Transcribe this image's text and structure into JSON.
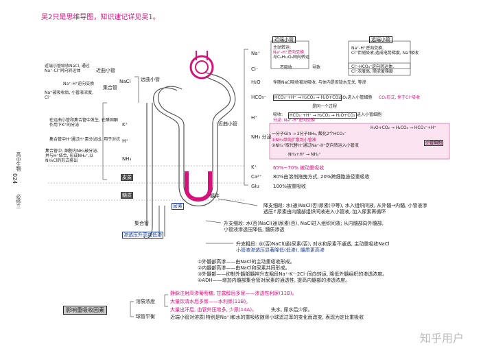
{
  "header": "吴2只是思维导图，知识速记详见吴1。",
  "sidebar": {
    "top": "高中生物",
    "page": "024",
    "bottom": "必修三"
  },
  "left_notes": {
    "n1": "近端小管吸收NaCl, 通过Na⁺-Cl⁻同向转运体",
    "n2": "Na⁺-H⁺逆向交换",
    "n3": "Na⁺被吸收后, 小管液浓度, Cl⁻",
    "n4": "在远曲小管和集合管中发生, 在醛固酮作用下K⁺的分泌",
    "n5": "集合管中H⁺通过H⁺泵分泌出, 用于对抗",
    "n6": "集合管中, 细胞内NH₃被分泌, 并与H⁺结合, 形成NH₄⁺,以NH₄Cl的形式排出",
    "label_near": "近曲小管",
    "label_collect": "集合管",
    "label_nacl": "NaCl",
    "label_k": "K⁺",
    "label_h": "H⁺",
    "label_nh3": "NH₃"
  },
  "nephron": {
    "distal": "远曲小管",
    "proximal": "近曲小管",
    "loop": "髓袢",
    "urea": "尿素",
    "collect": "集合管",
    "cortex": "皮质",
    "medulla": "髓质",
    "osmo": "渗透压升高或低渗"
  },
  "top_tags": {
    "left": "近端小管",
    "right": "远端小管"
  },
  "ion_labels": [
    "Na⁺",
    "Cl⁻",
    "H₂O",
    "HCO₃⁻",
    "H⁺",
    "NH₃ 分泌",
    "K⁺",
    "Ca²⁺",
    "Glu"
  ],
  "right_text": {
    "na1": "主动转运:",
    "na2": "Na⁺-H⁺逆向交换",
    "na3": "与C₆H₁₂O₆同向转运",
    "na_right1": "Na⁺-H⁺逆向交换,",
    "na_right2": "Cl⁻伴随吸收,造成电势梯度, Na⁺吸收",
    "cl1": "不吸收",
    "cl2": "导致",
    "cl3": "Cl⁻-HCO₃⁻逆向转运体,",
    "cl4": "Cl⁻浓度高, 顺浓度梯度",
    "h2o": "伴随NaCl吸收被动吸收, 与体内是否缺水无关, 等渗",
    "hco1": "HCO₃⁻+H⁺ → H₂CO₃ → H₂O+CO₂",
    "hco2": "CO₂进入小管细胞",
    "hco3": "CO₂形式, 伴于Cl⁻吸收",
    "hco4": "是同一个过程",
    "hplus1": "吸收:",
    "hplus2": "HCO₃⁻+H⁺ → H₂CO₃ → H₂O+CO₂",
    "hplus3": "进入小管细胞",
    "hplus4": "分泌: Na⁺-H⁺逆向交换",
    "hplus5": "H₂O+CO₂ → H₂CO₃ → HCO₃⁻+H⁺",
    "nh1": "一分子Gln → 2分子NH₃, 酸化2个HCO₃⁻",
    "nh2": "①NH₃单纯扩散到小管液",
    "nh3": "②NH₄⁺取代替H⁺通过Na⁺-H⁺逆向转运入小管液",
    "nh4": "NH₃+H⁺ → NH₄⁺",
    "nh_tag": "小管细胞",
    "k": "65%~70% 被动重吸收",
    "ca": "80%由溶剂拖曳方式, 20%跨细胞途径重吸收",
    "glu": "100%被重吸收"
  },
  "middle_text": {
    "loop1": "降支细段: 水(通)NaCl(否)尿素(中等), 水入组织间液, 从外髓→内髓, 小管液渗",
    "loop2": "透压↑尿素由内髓部组织间液进入小管液, 加入尿素再循环",
    "thin1": "升支细段: 水(否)NaCl(通)尿素(否), NaCl进入组织间液; 从内髓部向外髓部,",
    "thin2": "小管液渗透压降低, 髓质渗透",
    "thick1": "升支粗段: 水(否)NaCl(通)尿素(否), 对水和尿素不通透, 主动重吸收NaCl",
    "thick2": "小管液渗透压显著降低(低渗), 髓质更高渗",
    "m1": "①外髓部高渗——由NaCl的主动重吸收形成。",
    "m2": "②内髓部高渗——由NaCl和尿素共同形成。",
    "m3": "③外髓部——抑制外髓部髓袢升支粗段Na⁺-K⁺-2Cl⁻同向转运, 降低外髓组织的渗透浓度。",
    "m4": "④ADH——增加内髓部集合管对尿素的通透性, 提高内髓部的渗透浓度。"
  },
  "bottom": {
    "title": "影响重吸收因素",
    "g1": "溶质浓度",
    "g2": "球管平衡",
    "b1": "静脉注射高渗葡萄糖, 甘露醇后多尿——渗透性利尿(11B)。",
    "b2": "大量饮清水后多尿——水利尿(11B)。",
    "b3": "大量出汗后, 血管外压增多, 少尿(14A)。",
    "b3b": "失水, 尿水后少尿。",
    "b4": "近端小管对溶质(特别是Na⁺)和水的重吸收随肾小球滤过率的变化而改变, 表现为定比重吸收"
  },
  "watermark": "知乎用户"
}
